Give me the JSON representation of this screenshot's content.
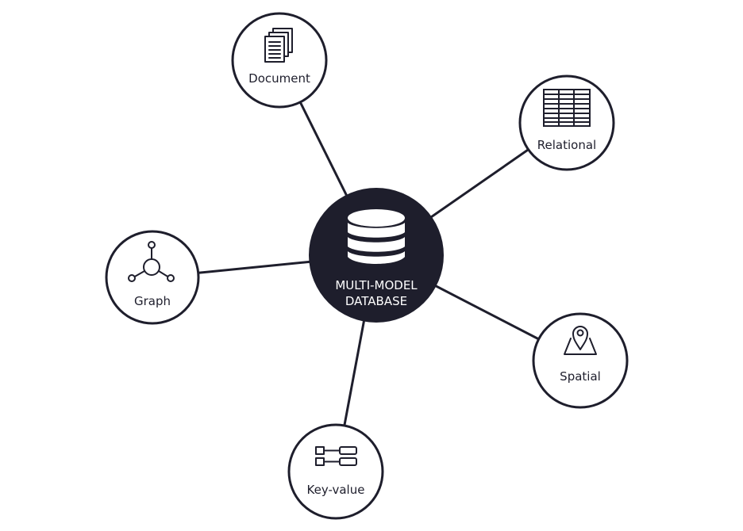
{
  "hub": {
    "line1": "MULTI-MODEL",
    "line2": "DATABASE",
    "icon": "database-icon"
  },
  "nodes": {
    "document": {
      "label": "Document",
      "icon": "document-stack-icon"
    },
    "relational": {
      "label": "Relational",
      "icon": "table-grid-icon"
    },
    "graph": {
      "label": "Graph",
      "icon": "graph-nodes-icon"
    },
    "spatial": {
      "label": "Spatial",
      "icon": "map-pin-icon"
    },
    "keyvalue": {
      "label": "Key-value",
      "icon": "key-value-pairs-icon"
    }
  },
  "colors": {
    "dark": "#1e1e2c",
    "background": "#ffffff"
  }
}
